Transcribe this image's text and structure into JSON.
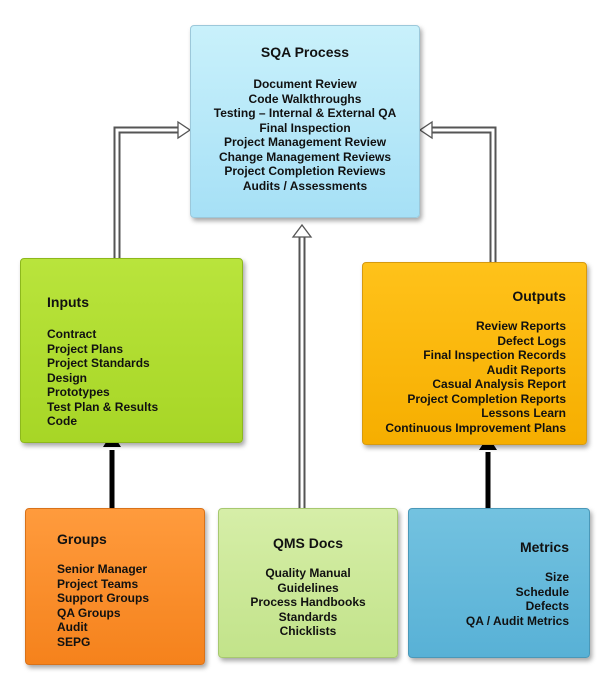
{
  "sqa_process": {
    "title": "SQA Process",
    "items": [
      "Document Review",
      "Code Walkthroughs",
      "Testing – Internal & External QA",
      "Final Inspection",
      "Project Management Review",
      "Change Management Reviews",
      "Project Completion Reviews",
      "Audits /  Assessments"
    ]
  },
  "inputs": {
    "title": "Inputs",
    "items": [
      "Contract",
      "Project Plans",
      "Project Standards",
      "Design",
      "Prototypes",
      "Test Plan & Results",
      "Code"
    ]
  },
  "outputs": {
    "title": "Outputs",
    "items": [
      "Review Reports",
      "Defect Logs",
      "Final Inspection Records",
      "Audit Reports",
      "Casual Analysis Report",
      "Project Completion Reports",
      "Lessons Learn",
      "Continuous Improvement Plans"
    ]
  },
  "groups": {
    "title": "Groups",
    "items": [
      "Senior Manager",
      "Project Teams",
      "Support Groups",
      "QA Groups",
      "Audit",
      "SEPG"
    ]
  },
  "qms_docs": {
    "title": "QMS Docs",
    "items": [
      "Quality Manual",
      "Guidelines",
      "Process Handbooks",
      "Standards",
      "Chicklists"
    ]
  },
  "metrics": {
    "title": "Metrics",
    "items": [
      "Size",
      "Schedule",
      "Defects",
      "QA / Audit Metrics"
    ]
  },
  "colors": {
    "sqa": "#a6e0f6",
    "inputs": "#a7d626",
    "outputs": "#f6ae00",
    "groups": "#f5821c",
    "qms_docs": "#c2e38a",
    "metrics": "#58b1d6"
  }
}
